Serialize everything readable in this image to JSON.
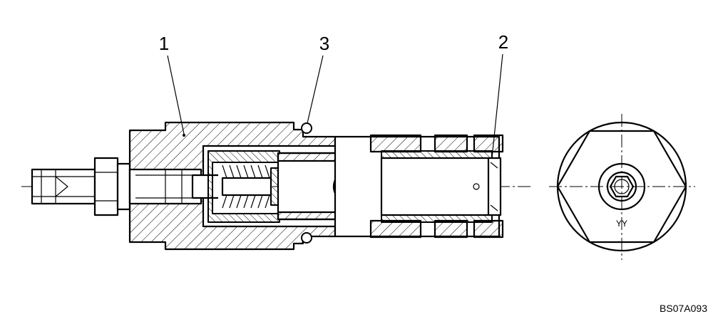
{
  "callouts": [
    {
      "id": "1",
      "label": "1"
    },
    {
      "id": "3",
      "label": "3"
    },
    {
      "id": "2",
      "label": "2"
    }
  ],
  "end_view_mark": "YY",
  "figure_code": "BS07A093"
}
